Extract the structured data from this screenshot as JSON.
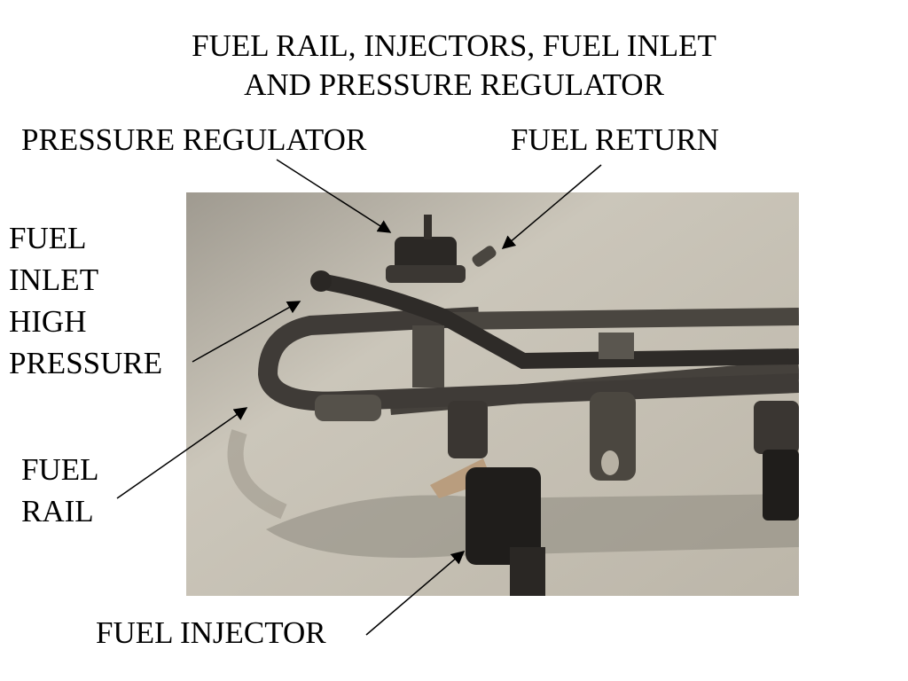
{
  "title": {
    "line1": "FUEL RAIL, INJECTORS, FUEL INLET",
    "line2": "AND PRESSURE REGULATOR"
  },
  "labels": {
    "pressure_regulator": "PRESSURE REGULATOR",
    "fuel_return": "FUEL RETURN",
    "fuel_inlet": [
      "FUEL",
      "INLET",
      "HIGH",
      "PRESSURE"
    ],
    "fuel_rail": [
      "FUEL",
      "RAIL"
    ],
    "fuel_injector": "FUEL INJECTOR"
  },
  "colors": {
    "background": "#ffffff",
    "text": "#000000",
    "arrow": "#000000",
    "photo_background": "#c9c3b6",
    "metal": "#3d3a36",
    "rubber": "#1f1d1b",
    "connector": "#b99d7e"
  }
}
